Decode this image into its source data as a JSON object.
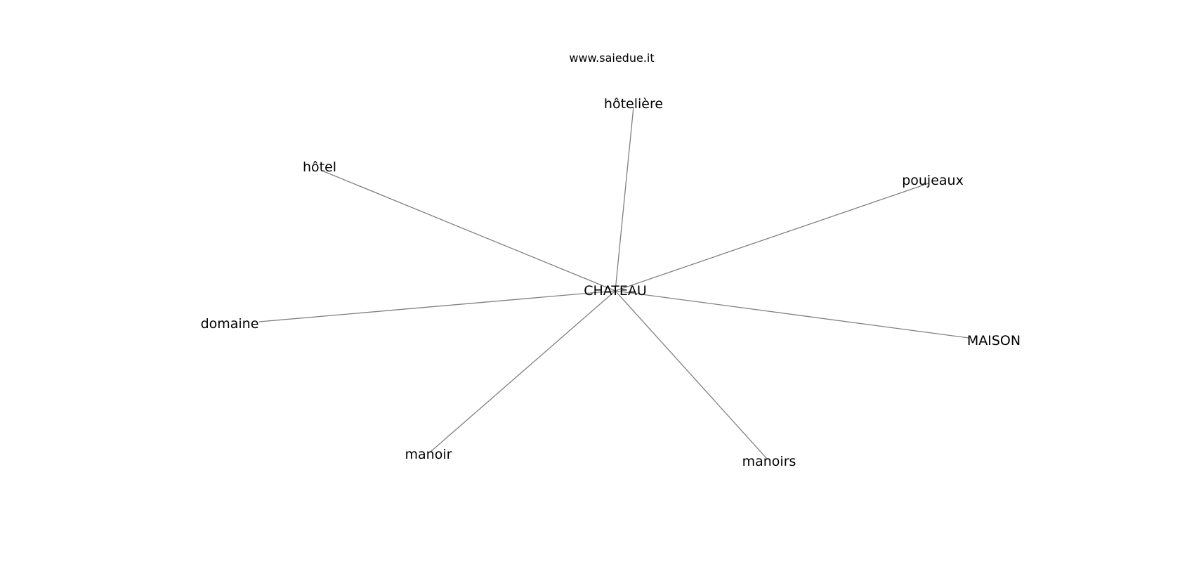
{
  "watermark": "www.saiedue.it",
  "graph": {
    "center": "CHATEAU",
    "nodes": [
      {
        "id": "hoteliere",
        "label": "hôtelière"
      },
      {
        "id": "hotel",
        "label": "hôtel"
      },
      {
        "id": "poujeaux",
        "label": "poujeaux"
      },
      {
        "id": "domaine",
        "label": "domaine"
      },
      {
        "id": "maison",
        "label": "MAISON"
      },
      {
        "id": "manoir",
        "label": "manoir"
      },
      {
        "id": "manoirs",
        "label": "manoirs"
      }
    ],
    "edges": [
      [
        "CHATEAU",
        "hoteliere"
      ],
      [
        "CHATEAU",
        "hotel"
      ],
      [
        "CHATEAU",
        "poujeaux"
      ],
      [
        "CHATEAU",
        "domaine"
      ],
      [
        "CHATEAU",
        "maison"
      ],
      [
        "CHATEAU",
        "manoir"
      ],
      [
        "CHATEAU",
        "manoirs"
      ]
    ],
    "colors": {
      "edge": "#808080",
      "label": "#000000",
      "background": "#ffffff"
    }
  }
}
